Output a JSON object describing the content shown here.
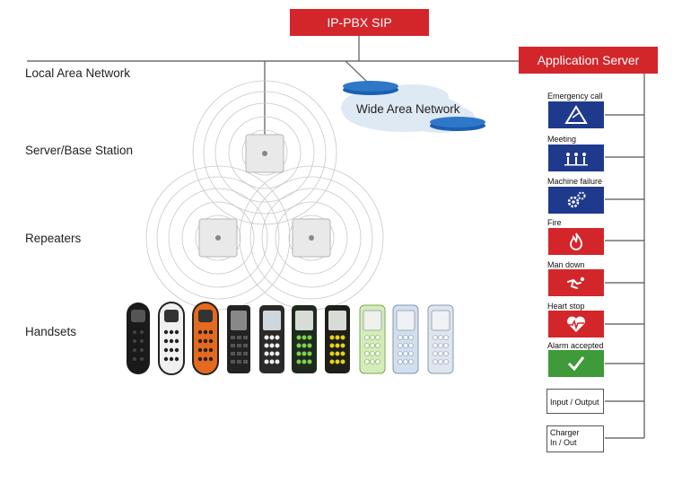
{
  "pbx": {
    "label": "IP-PBX SIP"
  },
  "app_server": {
    "label": "Application Server"
  },
  "wan": {
    "label": "Wide Area Network"
  },
  "rows": {
    "lan": "Local Area Network",
    "base": "Server/Base Station",
    "repeaters": "Repeaters",
    "handsets": "Handsets"
  },
  "alarms": [
    {
      "label": "Emergency call",
      "icon": "warning-triangle-icon",
      "color": "#1f3a8c"
    },
    {
      "label": "Meeting",
      "icon": "meeting-people-icon",
      "color": "#1f3a8c"
    },
    {
      "label": "Machine failure",
      "icon": "gears-icon",
      "color": "#1f3a8c"
    },
    {
      "label": "Fire",
      "icon": "fire-icon",
      "color": "#d3262b"
    },
    {
      "label": "Man down",
      "icon": "man-down-icon",
      "color": "#d3262b"
    },
    {
      "label": "Heart stop",
      "icon": "heart-pulse-icon",
      "color": "#d3262b"
    },
    {
      "label": "Alarm accepted",
      "icon": "checkmark-icon",
      "color": "#3f9a3a"
    }
  ],
  "io": {
    "input_output": "Input / Output",
    "charger_line1": "Charger",
    "charger_line2": "In / Out"
  }
}
